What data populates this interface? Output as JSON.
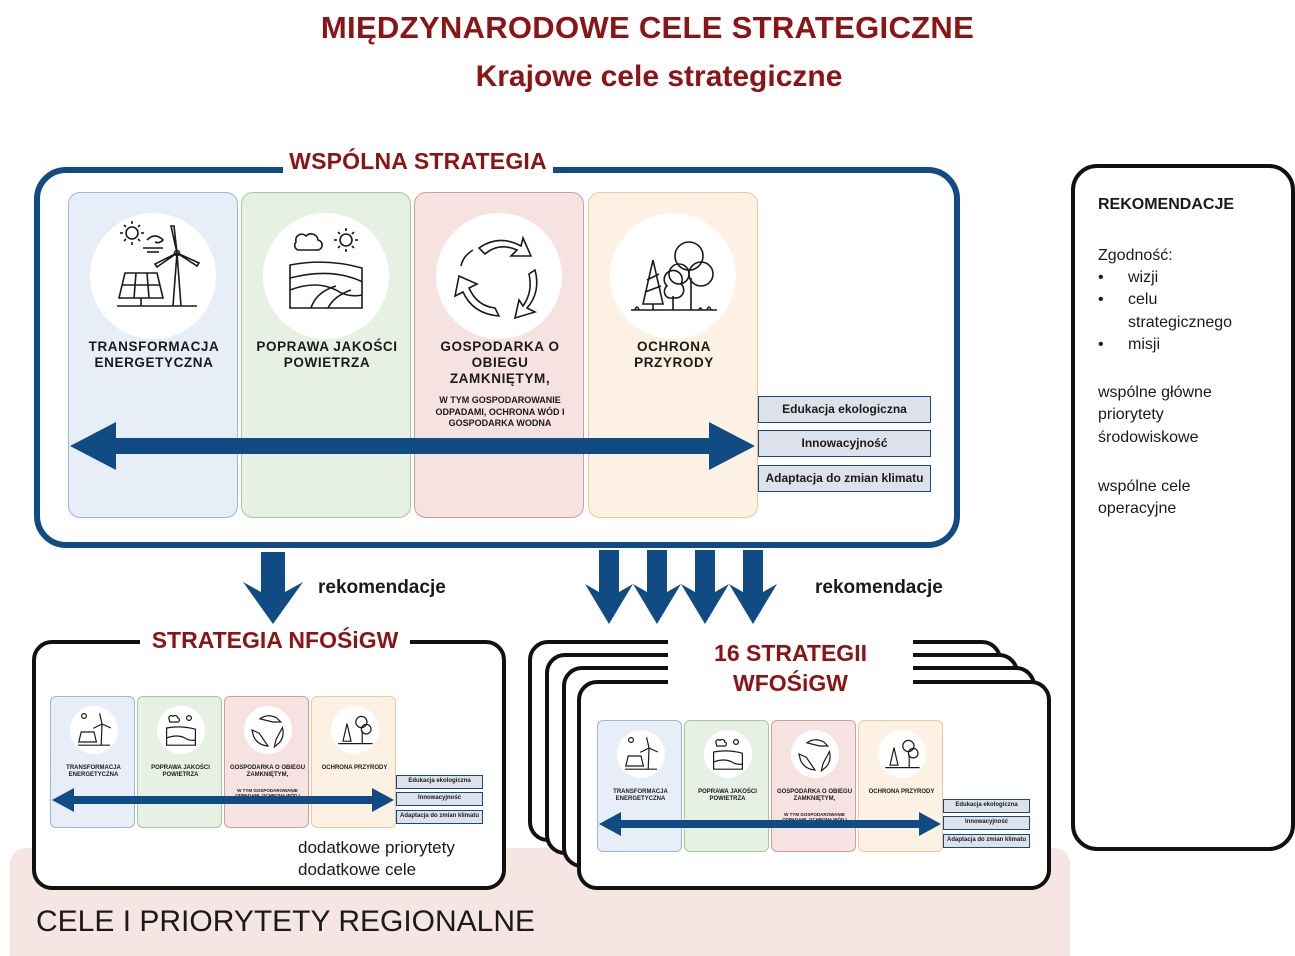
{
  "title": "MIĘDZYNARODOWE CELE STRATEGICZNE",
  "subtitle": "Krajowe cele strategiczne",
  "regional_label": "CELE I PRIORYTETY REGIONALNE",
  "main_strategy": {
    "title": "WSPÓLNA STRATEGIA",
    "areas": [
      {
        "label": "TRANSFORMACJA ENERGETYCZNA",
        "sub": "",
        "color": "#e8eef7",
        "border": "#9ab6d8",
        "icon": "solar-wind-icon"
      },
      {
        "label": "POPRAWA JAKOŚCI POWIETRZA",
        "sub": "",
        "color": "#e6f1e4",
        "border": "#9ccc97",
        "icon": "field-weather-icon"
      },
      {
        "label": "GOSPODARKA O OBIEGU ZAMKNIĘTYM,",
        "sub": "W TYM GOSPODAROWANIE ODPADAMI, OCHRONA WÓD I GOSPODARKA WODNA",
        "color": "#f6e3e1",
        "border": "#d99a96",
        "icon": "recycle-icon"
      },
      {
        "label": "OCHRONA PRZYRODY",
        "sub": "",
        "color": "#fcf1e3",
        "border": "#f0c896",
        "icon": "trees-icon"
      }
    ],
    "horizontal": [
      "Edukacja ekologiczna",
      "Innowacyjność",
      "Adaptacja do zmian klimatu"
    ]
  },
  "recommendations_panel": {
    "title": "REKOMENDACJE",
    "compliance_label": "Zgodność:",
    "compliance_items": [
      "wizji",
      "celu strategicznego",
      "misji"
    ],
    "line2": "wspólne główne priorytety środowiskowe",
    "line3": "wspólne cele operacyjne"
  },
  "flow_label_left": "rekomendacje",
  "flow_label_right": "rekomendacje",
  "nfos": {
    "title": "STRATEGIA NFOŚiGW",
    "extra_priorities": "dodatkowe priorytety",
    "extra_goals": "dodatkowe cele"
  },
  "wfos": {
    "title_line1": "16 STRATEGII",
    "title_line2": "WFOŚiGW"
  },
  "colors": {
    "accent_red": "#8b1414",
    "navy": "#114b84",
    "regional_bg": "#f5e5e3"
  }
}
